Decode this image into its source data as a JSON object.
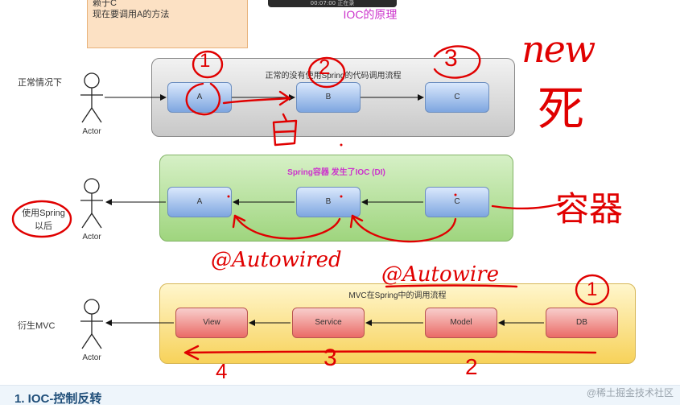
{
  "top_bar_text": "00:07:00 正在录",
  "note": {
    "line1": "赖于C",
    "line2": "现在要调用A的方法"
  },
  "title": "IOC的原理",
  "rows": [
    {
      "label": "正常情况下",
      "actor": "Actor",
      "container_title": "正常的没有使用Spring的代码调用流程",
      "nodes": [
        "A",
        "B",
        "C"
      ]
    },
    {
      "label_line1": "使用Spring",
      "label_line2": "以后",
      "actor": "Actor",
      "container_title": "Spring容器 发生了IOC (DI)",
      "nodes": [
        "A",
        "B",
        "C"
      ]
    },
    {
      "label": "衍生MVC",
      "actor": "Actor",
      "container_title": "MVC在Spring中的调用流程",
      "nodes": [
        "View",
        "Service",
        "Model",
        "DB"
      ]
    }
  ],
  "annotations": {
    "num1": "1",
    "num2": "2",
    "num3": "3",
    "new": "new",
    "zh_die": "死",
    "zh_rongqi": "容器",
    "autowired1": "@Autowired",
    "autowired2": "@Autowire",
    "mvc_num1": "1",
    "mvc_num2": "2",
    "mvc_num3": "3",
    "mvc_num4": "4"
  },
  "section_title": "1. IOC-控制反转",
  "watermark": "@稀土掘金技术社区",
  "colors": {
    "title": "#cc33cc",
    "ink": "#e00000",
    "node_blue": "#7ea6e0",
    "node_pink": "#ea6b66",
    "container_gray": "#c8c8c8",
    "container_green": "#9fd57e",
    "container_yellow": "#f7d25a"
  }
}
